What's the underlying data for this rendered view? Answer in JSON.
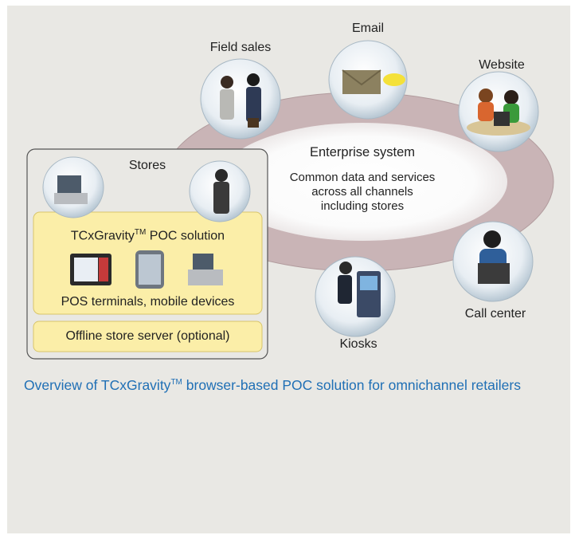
{
  "diagram": {
    "center": {
      "title": "Enterprise system",
      "line1": "Common data and services",
      "line2": "across all channels",
      "line3": "including stores"
    },
    "nodes": {
      "email": "Email",
      "field_sales": "Field sales",
      "website": "Website",
      "call_center": "Call center",
      "kiosks": "Kiosks",
      "stores": "Stores"
    },
    "store_box": {
      "solution_name": "TCxGravity",
      "solution_tm": "TM",
      "solution_suffix": " POC solution",
      "devices_label": "POS terminals, mobile devices",
      "server_label": "Offline store server (optional)"
    }
  },
  "caption": {
    "prefix": "Overview of TCxGravity",
    "tm": "TM",
    "suffix": " browser-based POC solution for omnichannel retailers"
  },
  "colors": {
    "ring": "#c9b4b6",
    "yellow_box": "#fbeea8",
    "caption": "#1f6fb5"
  }
}
